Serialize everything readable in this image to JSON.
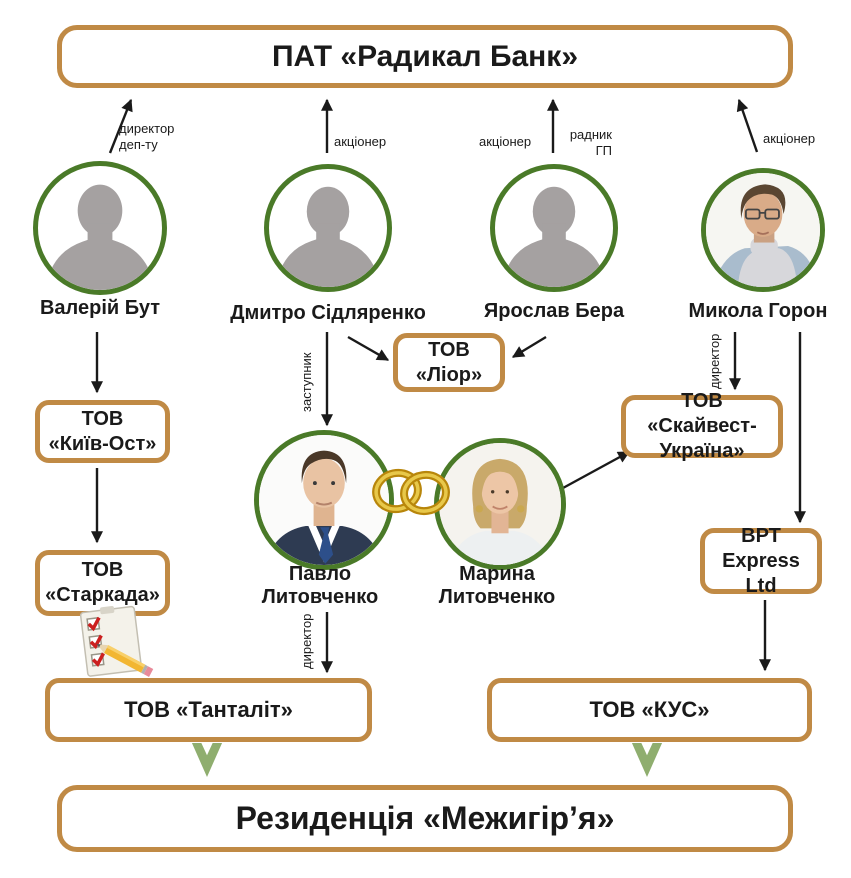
{
  "bank": {
    "label": "ПАТ «Радикал Банк»"
  },
  "residence": {
    "label": "Резиденція «Межигір’я»"
  },
  "people": {
    "but": {
      "name": "Валерій Бут",
      "role": "директор\nдеп-ту"
    },
    "sidliarenko": {
      "name": "Дмитро Сідляренко",
      "role": "акціонер",
      "role2": "заступник"
    },
    "bera": {
      "name": "Ярослав Бера",
      "role": "акціонер",
      "role2": "радник\nГП"
    },
    "horon": {
      "name": "Микола Горон",
      "role": "акціонер",
      "role2": "директор"
    },
    "pavlo": {
      "name": "Павло\nЛитовченко",
      "role": "директор"
    },
    "maryna": {
      "name": "Марина\nЛитовченко"
    }
  },
  "companies": {
    "kyiv_ost": "ТОВ\n«Київ-Ост»",
    "starkada": "ТОВ\n«Старкада»",
    "lior": "ТОВ\n«Ліор»",
    "skyvest": "ТОВ «Скайвест-\nУкраїна»",
    "vrt": "ВРТ\nExpress Ltd",
    "tantalit": "ТОВ «Танталіт»",
    "kus": "ТОВ «КУС»"
  },
  "icons": {
    "silhouette": "person-silhouette",
    "rings": "wedding-rings",
    "checklist": "checklist-with-pencil",
    "chevron": "green-down-chevron"
  },
  "colors": {
    "box_border": "#C08A45",
    "circle_border": "#4A7A28",
    "silhouette_gray": "#A5A1A1",
    "chevron_green": "#8FAE6F",
    "arrow_black": "#1a1a1a",
    "ring_gold": "#C9A227"
  }
}
